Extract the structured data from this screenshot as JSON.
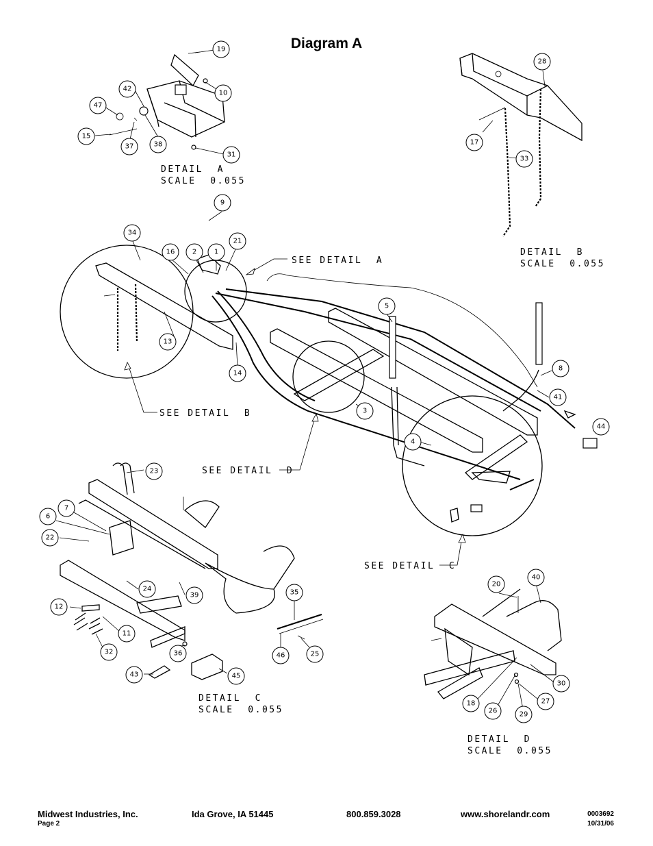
{
  "title": "Diagram A",
  "details": [
    {
      "id": "detail-a",
      "label": "DETAIL  A",
      "scale": "SCALE  0.055"
    },
    {
      "id": "detail-b",
      "label": "DETAIL  B",
      "scale": "SCALE  0.055"
    },
    {
      "id": "detail-c",
      "label": "DETAIL  C",
      "scale": "SCALE  0.055"
    },
    {
      "id": "detail-d",
      "label": "DETAIL  D",
      "scale": "SCALE  0.055"
    }
  ],
  "references": {
    "see_a": "SEE DETAIL  A",
    "see_b": "SEE DETAIL  B",
    "see_c": "SEE DETAIL  C",
    "see_d": "SEE DETAIL  D"
  },
  "callouts": [
    "19",
    "10",
    "42",
    "47",
    "15",
    "37",
    "38",
    "31",
    "28",
    "17",
    "33",
    "9",
    "34",
    "16",
    "2",
    "1",
    "21",
    "13",
    "14",
    "5",
    "8",
    "41",
    "44",
    "3",
    "4",
    "23",
    "7",
    "6",
    "22",
    "24",
    "39",
    "12",
    "11",
    "32",
    "36",
    "43",
    "45",
    "35",
    "46",
    "25",
    "20",
    "40",
    "30",
    "27",
    "18",
    "26",
    "29"
  ],
  "footer": {
    "company": "Midwest Industries, Inc.",
    "page": "Page 2",
    "location": "Ida Grove, IA  51445",
    "phone": "800.859.3028",
    "website": "www.shorelandr.com",
    "doc_number": "0003692",
    "date": "10/31/06"
  }
}
